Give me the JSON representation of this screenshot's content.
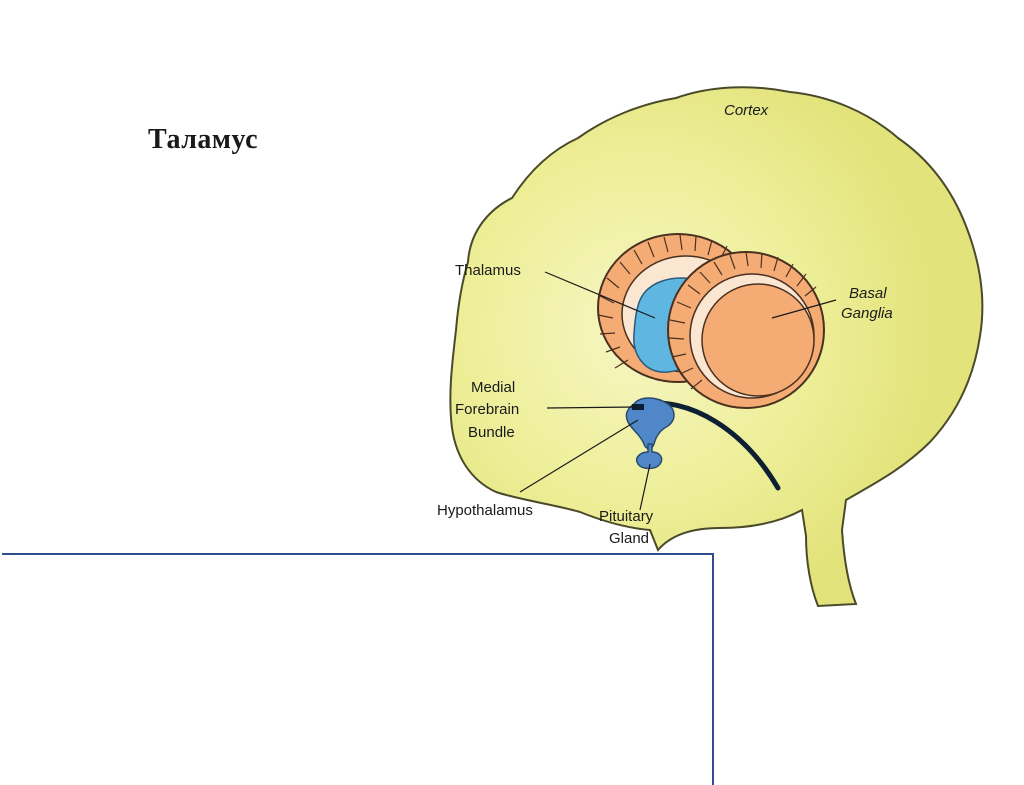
{
  "slide": {
    "title": "Таламус"
  },
  "diagram": {
    "colors": {
      "brain": "#e2e37a",
      "brain_core": "#f6f6c4",
      "outline": "#4a4a2a",
      "ganglia": "#f5ab74",
      "thalamus": "#5fb6e0",
      "hypothalamus": "#4f87c8",
      "tract": "#0d1f33"
    },
    "labels": {
      "cortex": "Cortex",
      "thalamus": "Thalamus",
      "basal_1": "Basal",
      "basal_2": "Ganglia",
      "medial_1": "Medial",
      "medial_2": "Forebrain",
      "medial_3": "Bundle",
      "hypothalamus": "Hypothalamus",
      "pituitary_1": "Pituitary",
      "pituitary_2": "Gland"
    }
  }
}
